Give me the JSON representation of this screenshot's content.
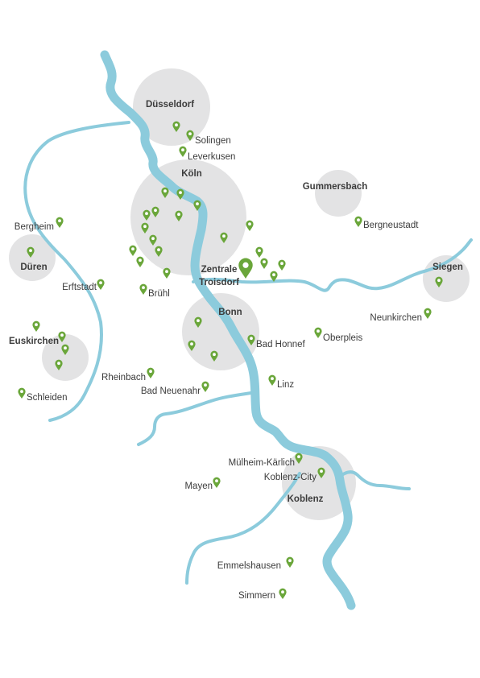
{
  "colors": {
    "river": "#8ccbdc",
    "region": "#e3e3e4",
    "pin": "#6aa63a",
    "text": "#3c3c3c"
  },
  "regions": [
    {
      "name": "Düsseldorf"
    },
    {
      "name": "Köln"
    },
    {
      "name": "Gummersbach"
    },
    {
      "name": "Düren"
    },
    {
      "name": "Bonn"
    },
    {
      "name": "Euskirchen"
    },
    {
      "name": "Siegen"
    },
    {
      "name": "Koblenz"
    }
  ],
  "headquarters": {
    "line1": "Zentrale",
    "line2": "Troisdorf"
  },
  "locations": [
    "Solingen",
    "Leverkusen",
    "Bergneustadt",
    "Bergheim",
    "Erftstadt",
    "Brühl",
    "Neunkirchen",
    "Oberpleis",
    "Bad Honnef",
    "Rheinbach",
    "Bad Neuenahr",
    "Linz",
    "Schleiden",
    "Mülheim-Kärlich",
    "Koblenz-City",
    "Mayen",
    "Emmelshausen",
    "Simmern"
  ],
  "pin_icon": "map-pin-icon"
}
